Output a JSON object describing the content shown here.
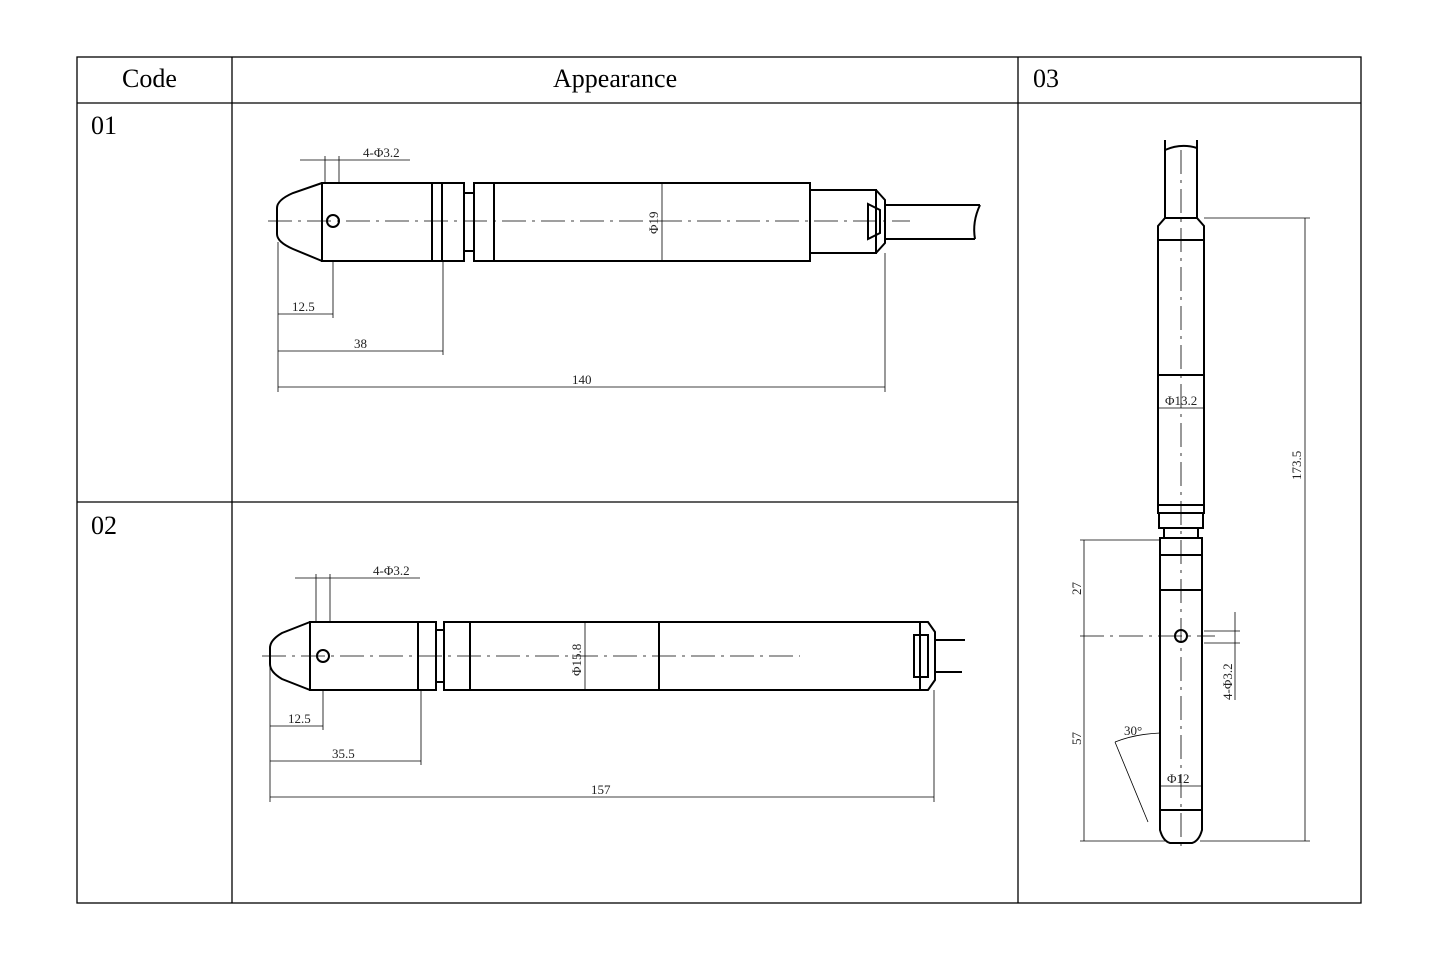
{
  "table": {
    "headers": [
      "Code",
      "Appearance",
      "03"
    ],
    "rows": [
      {
        "code": "01",
        "dims": {
          "hole": "4-Φ3.2",
          "diameter": "Φ19",
          "d1": "12.5",
          "d2": "38",
          "d3": "140"
        }
      },
      {
        "code": "02",
        "dims": {
          "hole": "4-Φ3.2",
          "diameter": "Φ15.8",
          "d1": "12.5",
          "d2": "35.5",
          "d3": "157"
        }
      }
    ],
    "drawing03": {
      "diameter_top": "Φ13.2",
      "length": "173.5",
      "d27": "27",
      "d57": "57",
      "hole": "4-Φ3.2",
      "angle": "30°",
      "diameter_tip": "Φ12"
    }
  }
}
